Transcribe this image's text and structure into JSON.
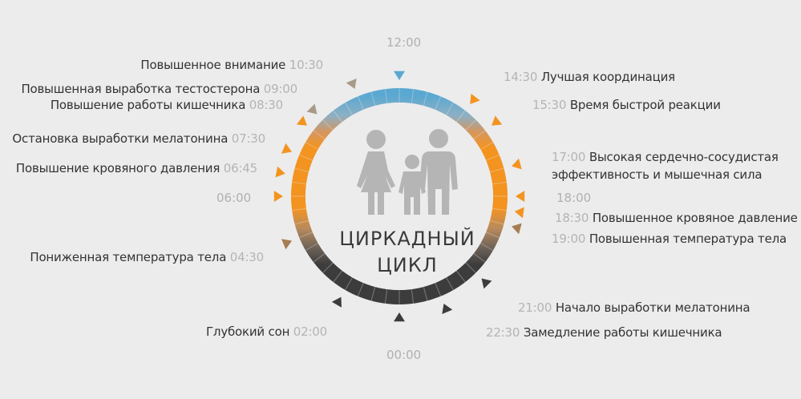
{
  "title_lines": [
    "ЦИРКАДНЫЙ",
    "ЦИКЛ"
  ],
  "hour_labels": {
    "noon": "12:00",
    "six": "06:00",
    "eighteen": "18:00",
    "midnight": "00:00"
  },
  "events_left": [
    {
      "time": "10:30",
      "label": "Повышенное внимание"
    },
    {
      "time": "09:00",
      "label": "Повышенная выработка тестостерона"
    },
    {
      "time": "08:30",
      "label": "Повышение работы кишечника"
    },
    {
      "time": "07:30",
      "label": "Остановка выработки мелатонина"
    },
    {
      "time": "06:45",
      "label": "Повышение кровяного давления"
    },
    {
      "time": "04:30",
      "label": "Пониженная температура тела"
    },
    {
      "time": "02:00",
      "label": "Глубокий сон"
    }
  ],
  "events_right": [
    {
      "time": "14:30",
      "label": "Лучшая координация"
    },
    {
      "time": "15:30",
      "label": "Время быстрой реакции"
    },
    {
      "time": "17:00",
      "label": "Высокая сердечно-сосудистая",
      "label2": "эффективность и мышечная сила"
    },
    {
      "time": "18:30",
      "label": "Повышенное кровяное давление"
    },
    {
      "time": "19:00",
      "label": "Повышенная температура тела"
    },
    {
      "time": "21:00",
      "label": "Начало выработки мелатонина"
    },
    {
      "time": "22:30",
      "label": "Замедление работы кишечника"
    }
  ],
  "marker_hours": [
    12,
    10.5,
    9,
    8.5,
    7.5,
    6.75,
    6,
    4.5,
    2,
    0,
    14.5,
    15.5,
    17,
    18,
    18.5,
    19,
    21,
    22.5
  ],
  "colors": {
    "day_blue": "#5aa8d2",
    "day_orange": "#f39420",
    "dusk_brown": "#a67c52",
    "night_dark": "#3c3c3c",
    "people_gray": "#b5b5b5",
    "background": "#ececec",
    "label_text": "#333333",
    "time_text": "#b4b4b4"
  }
}
